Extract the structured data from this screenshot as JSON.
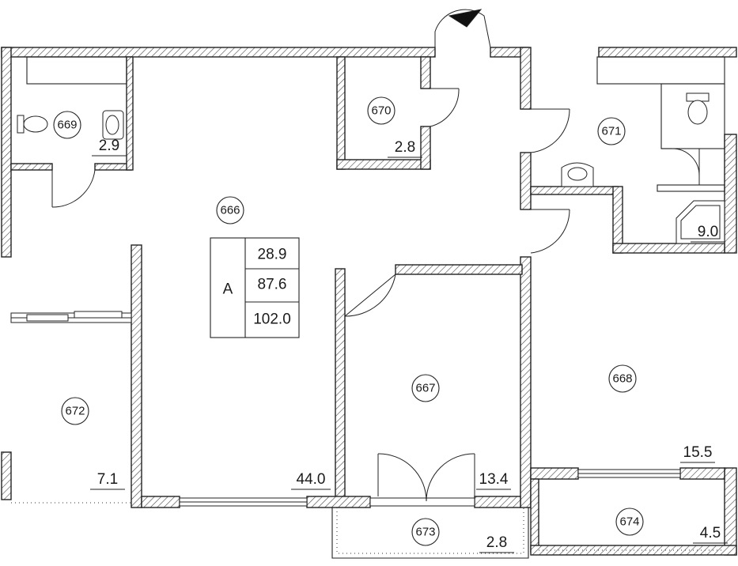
{
  "rooms": [
    {
      "id": "666",
      "area": ""
    },
    {
      "id": "667",
      "area": "13.4"
    },
    {
      "id": "668",
      "area": "15.5"
    },
    {
      "id": "669",
      "area": "2.9"
    },
    {
      "id": "670",
      "area": "2.8"
    },
    {
      "id": "671",
      "area": "9.0"
    },
    {
      "id": "672",
      "area": "7.1"
    },
    {
      "id": "673",
      "area": "2.8"
    },
    {
      "id": "674",
      "area": "4.5"
    }
  ],
  "hall_area": "44.0",
  "apartment": {
    "letter": "A",
    "living_area": "28.9",
    "total_area": "87.6",
    "total_with_balcony": "102.0"
  },
  "colors": {
    "line": "#222222",
    "background": "#ffffff"
  }
}
